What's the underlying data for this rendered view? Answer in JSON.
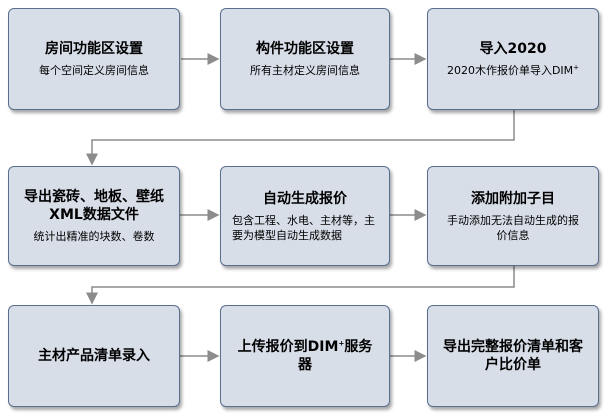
{
  "steps": [
    {
      "id": "s1",
      "title": "房间功能区设置",
      "desc": "每个空间定义房间信息"
    },
    {
      "id": "s2",
      "title": "构件功能区设置",
      "desc": "所有主材定义房间信息"
    },
    {
      "id": "s3",
      "title": "导入2020",
      "desc_pre": "2020木作报价单导入DIM",
      "desc_sup": "+"
    },
    {
      "id": "s4",
      "title": "导出瓷砖、地板、壁纸XML数据文件",
      "desc": "统计出精准的块数、卷数"
    },
    {
      "id": "s5",
      "title": "自动生成报价",
      "desc": "包含工程、水电、主材等，主要为模型自动生成数据"
    },
    {
      "id": "s6",
      "title": "添加附加子目",
      "desc": "手动添加无法自动生成的报价信息"
    },
    {
      "id": "s7",
      "title": "主材产品清单录入"
    },
    {
      "id": "s8",
      "title_pre": "上传报价到DIM",
      "title_sup": "+",
      "title_post": "服务器"
    },
    {
      "id": "s9",
      "title": "导出完整报价清单和客户比价单"
    }
  ],
  "colors": {
    "box_fill": "#d8dee8",
    "box_border": "#5a6f8f",
    "arrow": "#8c8c8c"
  }
}
